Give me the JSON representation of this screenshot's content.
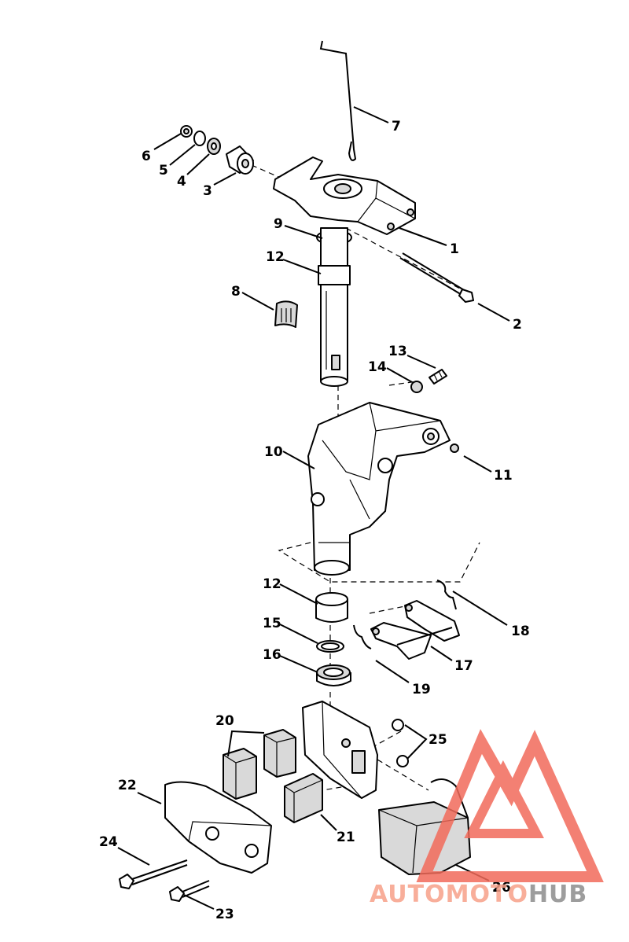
{
  "callouts": [
    "1",
    "2",
    "3",
    "4",
    "5",
    "6",
    "7",
    "8",
    "9",
    "10",
    "11",
    "12",
    "12",
    "13",
    "14",
    "15",
    "16",
    "17",
    "18",
    "19",
    "20",
    "21",
    "22",
    "23",
    "24",
    "25",
    "26"
  ],
  "watermark": {
    "part1": "AUTOMOTO",
    "part2": "HUB",
    "color1": "#f7a089",
    "color2": "#8c8c8c",
    "logo_color": "#f26b5b"
  }
}
